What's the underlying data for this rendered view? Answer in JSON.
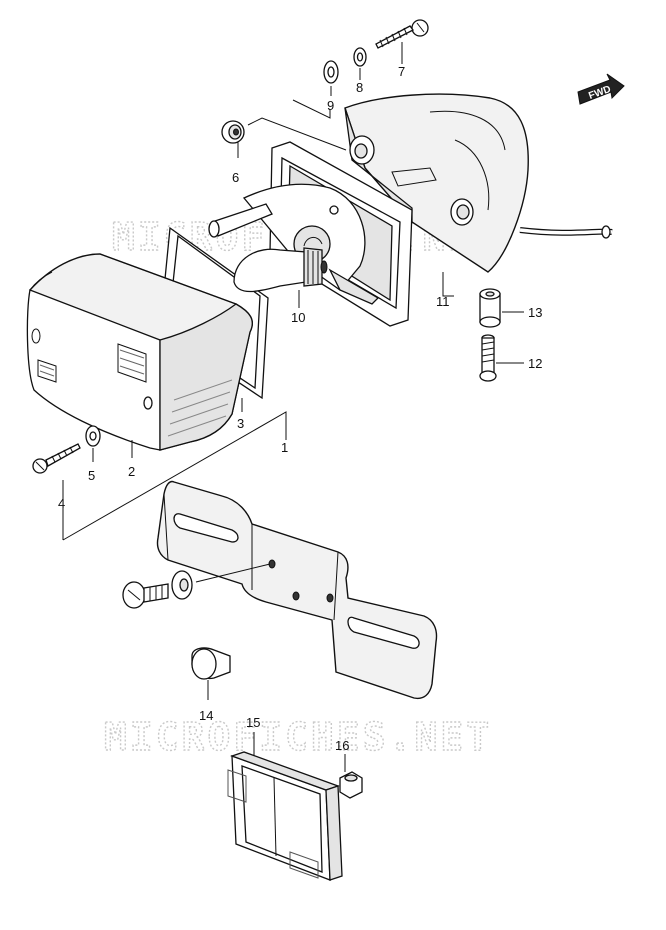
{
  "watermark": "MICROFICHES.NET",
  "forward_badge": {
    "label": "FWD",
    "color": "#222222"
  },
  "callouts": [
    {
      "id": "1",
      "part": "tail-lamp-assembly"
    },
    {
      "id": "2",
      "part": "lens"
    },
    {
      "id": "3",
      "part": "lens-gasket"
    },
    {
      "id": "4",
      "part": "lens-screw"
    },
    {
      "id": "5",
      "part": "washer"
    },
    {
      "id": "6",
      "part": "grommet"
    },
    {
      "id": "7",
      "part": "mounting-screw"
    },
    {
      "id": "8",
      "part": "washer"
    },
    {
      "id": "9",
      "part": "washer"
    },
    {
      "id": "10",
      "part": "bulb"
    },
    {
      "id": "11",
      "part": "lamp-housing"
    },
    {
      "id": "12",
      "part": "bolt"
    },
    {
      "id": "13",
      "part": "spacer"
    },
    {
      "id": "14",
      "part": "grommet"
    },
    {
      "id": "15",
      "part": "reflector"
    },
    {
      "id": "16",
      "part": "nut"
    }
  ]
}
